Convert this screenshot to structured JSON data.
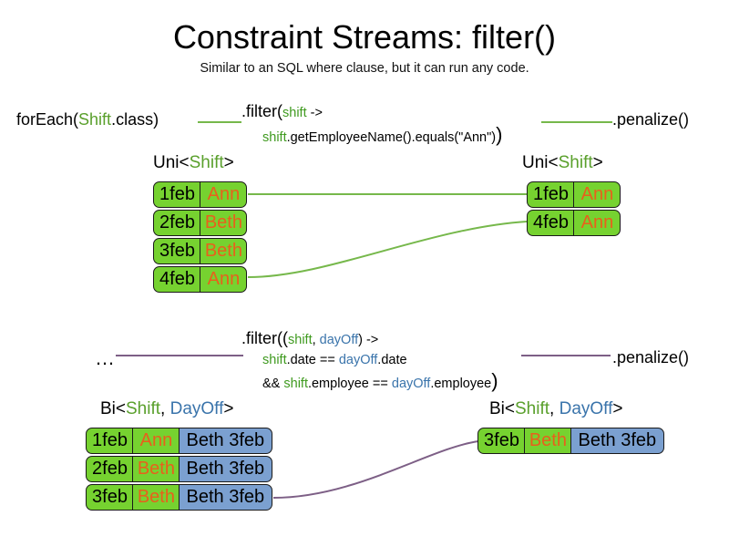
{
  "slide": {
    "title": "Constraint Streams: filter()",
    "subtitle": "Similar to an SQL where clause, but it can run any code."
  },
  "colors": {
    "green_fill": "#76d230",
    "blue_fill": "#7ba0d0",
    "name_orange": "#e8601c",
    "line_green": "#76b84b",
    "line_purple": "#7d5f86",
    "ident_green": "#3f9a1f",
    "ident_blue": "#3a74ab",
    "border": "#1a1a1a"
  },
  "uni_section": {
    "source": {
      "prefix": "forEach(",
      "type": "Shift",
      "suffix": ".class)"
    },
    "filter": {
      "line1_prefix": ".filter(",
      "line1_param": "shift",
      "line1_arrow": " ->",
      "line2_obj": "shift",
      "line2_rest": ".getEmployeeName().equals(\"Ann\")",
      "line2_close": ")"
    },
    "terminal": ".penalize()",
    "left_label": {
      "prefix": "Uni<",
      "type": "Shift",
      "suffix": ">"
    },
    "right_label": {
      "prefix": "Uni<",
      "type": "Shift",
      "suffix": ">"
    },
    "left_rows": [
      {
        "date": "1feb",
        "employee": "Ann"
      },
      {
        "date": "2feb",
        "employee": "Beth"
      },
      {
        "date": "3feb",
        "employee": "Beth"
      },
      {
        "date": "4feb",
        "employee": "Ann"
      }
    ],
    "right_rows": [
      {
        "date": "1feb",
        "employee": "Ann"
      },
      {
        "date": "4feb",
        "employee": "Ann"
      }
    ]
  },
  "bi_section": {
    "source": "…",
    "filter": {
      "line1_prefix": ".filter((",
      "line1_param1": "shift",
      "line1_comma": ", ",
      "line1_param2": "dayOff",
      "line1_close": ")",
      "line1_arrow": " ->",
      "line2_a": "shift",
      "line2_b": ".date == ",
      "line2_c": "dayOff",
      "line2_d": ".date",
      "line3_pre": "&& ",
      "line3_a": "shift",
      "line3_b": ".employee == ",
      "line3_c": "dayOff",
      "line3_d": ".employee",
      "line3_close": ")"
    },
    "terminal": ".penalize()",
    "left_label": {
      "prefix": "Bi<",
      "type1": "Shift",
      "comma": ", ",
      "type2": "DayOff",
      "suffix": ">"
    },
    "right_label": {
      "prefix": "Bi<",
      "type1": "Shift",
      "comma": ", ",
      "type2": "DayOff",
      "suffix": ">"
    },
    "left_rows": [
      {
        "date": "1feb",
        "employee": "Ann",
        "dayoff": "Beth 3feb"
      },
      {
        "date": "2feb",
        "employee": "Beth",
        "dayoff": "Beth 3feb"
      },
      {
        "date": "3feb",
        "employee": "Beth",
        "dayoff": "Beth 3feb"
      }
    ],
    "right_rows": [
      {
        "date": "3feb",
        "employee": "Beth",
        "dayoff": "Beth 3feb"
      }
    ]
  }
}
